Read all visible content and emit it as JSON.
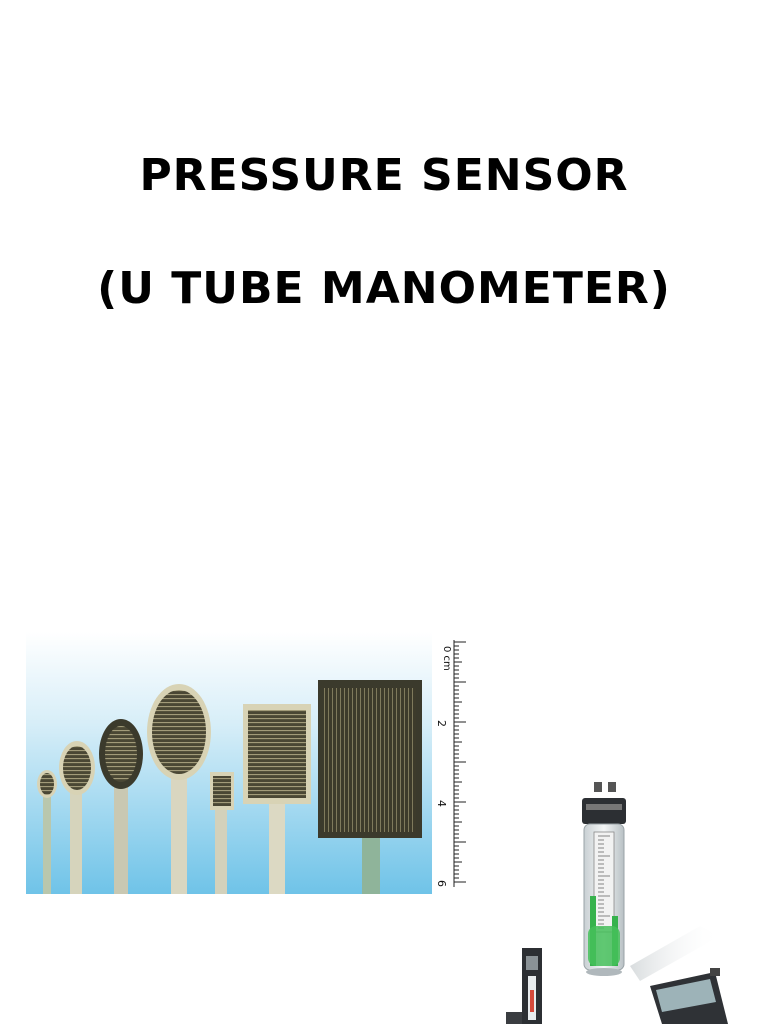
{
  "slide": {
    "title_line1": "PRESSURE SENSOR",
    "title_line2": "(U TUBE MANOMETER)"
  },
  "sensor_photo": {
    "ruler_labels": [
      "0 cm",
      "2",
      "4",
      "6"
    ],
    "colors": {
      "sky_top": "#ffffff",
      "sky_bottom": "#7ec9ea",
      "sensor_dark": "#3b3a2c",
      "lead": "#b9c7ad"
    }
  },
  "manometer_photo": {
    "colors": {
      "body": "#e4e8ea",
      "fluid": "#37b24d",
      "housing": "#2c2f33",
      "screen": "#9db3b8"
    }
  }
}
